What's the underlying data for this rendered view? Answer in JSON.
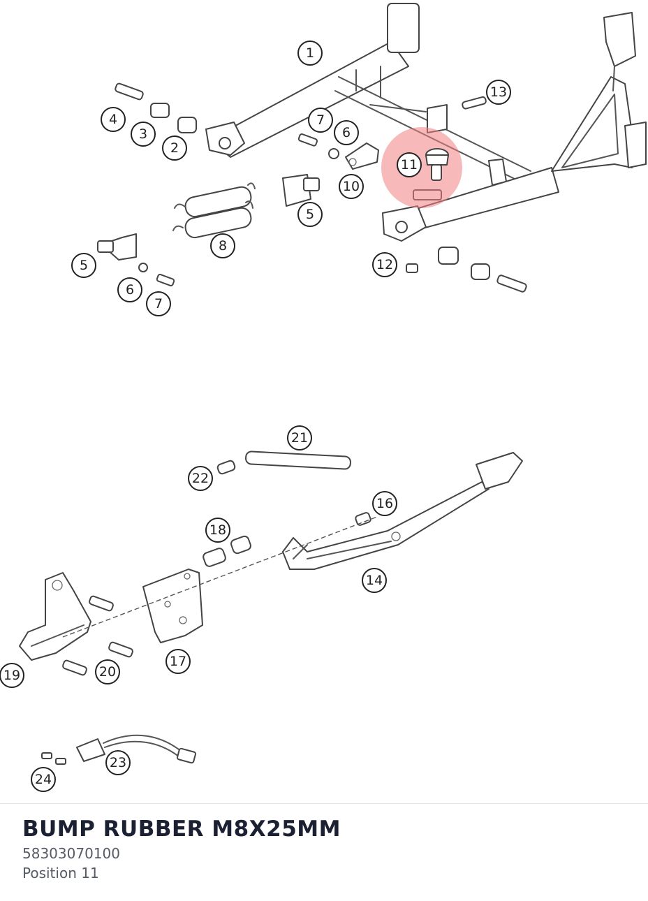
{
  "part": {
    "name": "BUMP RUBBER M8X25MM",
    "number": "58303070100",
    "position": "Position 11"
  },
  "callouts": [
    "1",
    "2",
    "3",
    "4",
    "5",
    "5",
    "6",
    "6",
    "7",
    "7",
    "8",
    "10",
    "11",
    "12",
    "13",
    "14",
    "16",
    "17",
    "18",
    "19",
    "20",
    "21",
    "22",
    "23",
    "24"
  ],
  "highlight": {
    "label": "11",
    "color": "#f08080"
  }
}
